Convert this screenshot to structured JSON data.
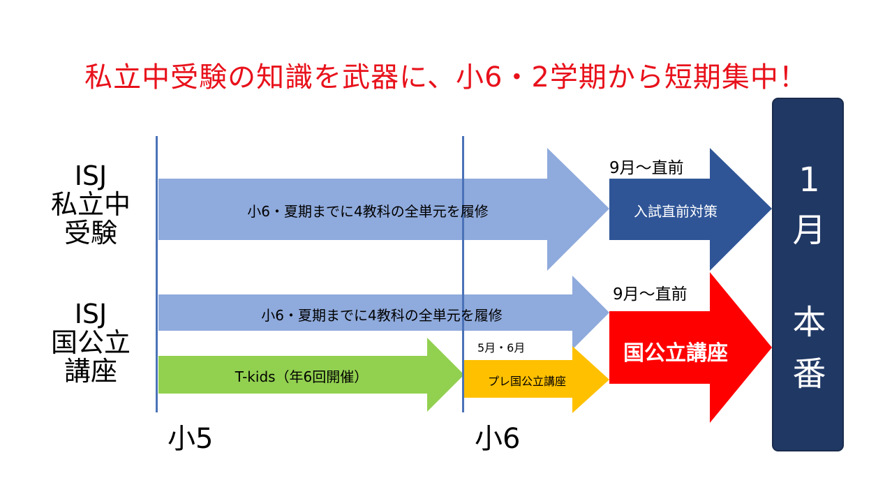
{
  "title": "私立中受験の知識を武器に、小6・2学期から短期集中！",
  "rows": {
    "private": {
      "label_lines": [
        "ISJ",
        "私立中",
        "受験"
      ],
      "base_arrow_text": "小6・夏期までに4教科の全単元を履修",
      "final_period_note": "9月～直前",
      "final_arrow_text": "入試直前対策"
    },
    "public": {
      "label_lines": [
        "ISJ",
        "国公立",
        "講座"
      ],
      "base_arrow_text": "小6・夏期までに4教科の全単元を履修",
      "tkids_text": "T-kids（年6回開催）",
      "pre_period_note": "5月・6月",
      "pre_arrow_text": "プレ国公立講座",
      "final_period_note": "9月～直前",
      "final_arrow_text": "国公立講座"
    }
  },
  "timeline": {
    "grade5": "小5",
    "grade6": "小6"
  },
  "exam": {
    "month": [
      "1",
      "月"
    ],
    "label": [
      "本",
      "番"
    ]
  },
  "colors": {
    "title": "#e8111b",
    "light_blue": "#8faadc",
    "navy": "#2f5597",
    "green": "#92d050",
    "orange": "#ffc000",
    "red": "#ff0000",
    "exam_box": "#203864"
  }
}
